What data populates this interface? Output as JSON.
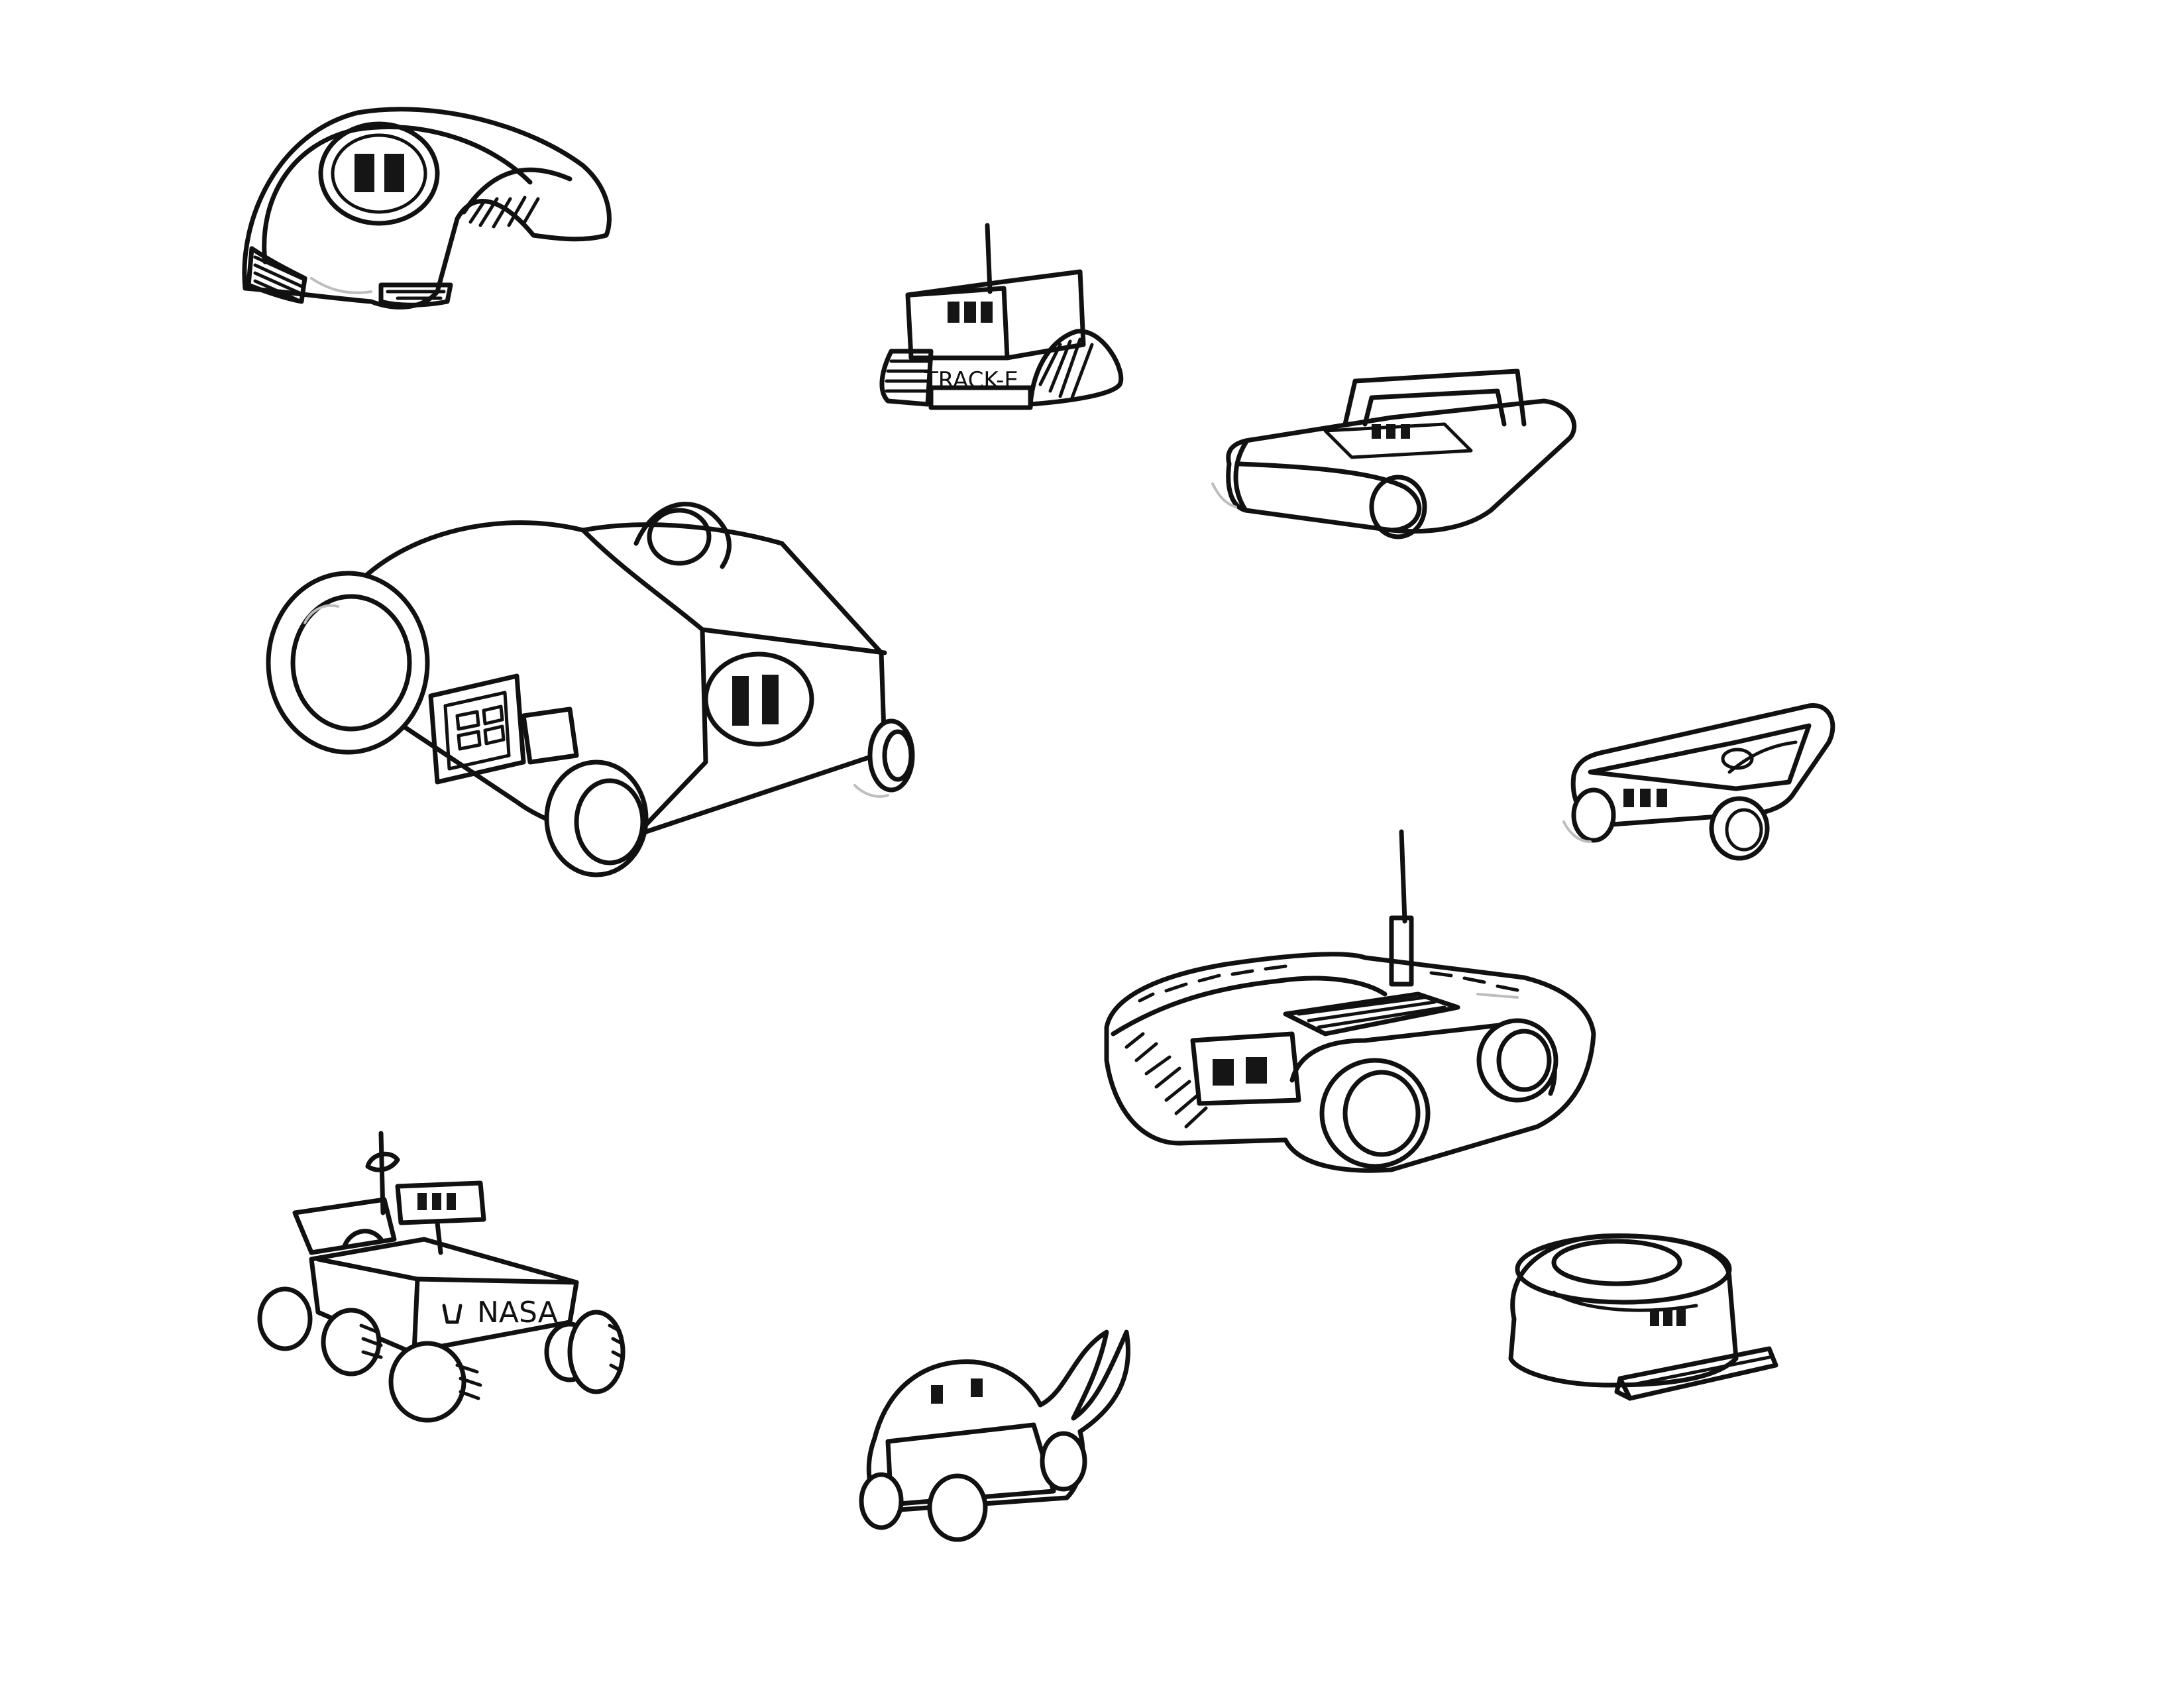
{
  "sheet": {
    "background": "#ffffff",
    "ink_color": "#111111"
  },
  "sketches": [
    {
      "id": "dome-tracked-rover"
    },
    {
      "id": "small-box-tracked-rover",
      "label": "TRACK-E"
    },
    {
      "id": "flat-handle-rover"
    },
    {
      "id": "large-wheeled-rover"
    },
    {
      "id": "small-wedge-rover"
    },
    {
      "id": "antenna-tank-rover"
    },
    {
      "id": "nasa-six-wheel-rover",
      "label": "NASA"
    },
    {
      "id": "small-bunny-rover"
    },
    {
      "id": "disc-base-rover"
    }
  ]
}
